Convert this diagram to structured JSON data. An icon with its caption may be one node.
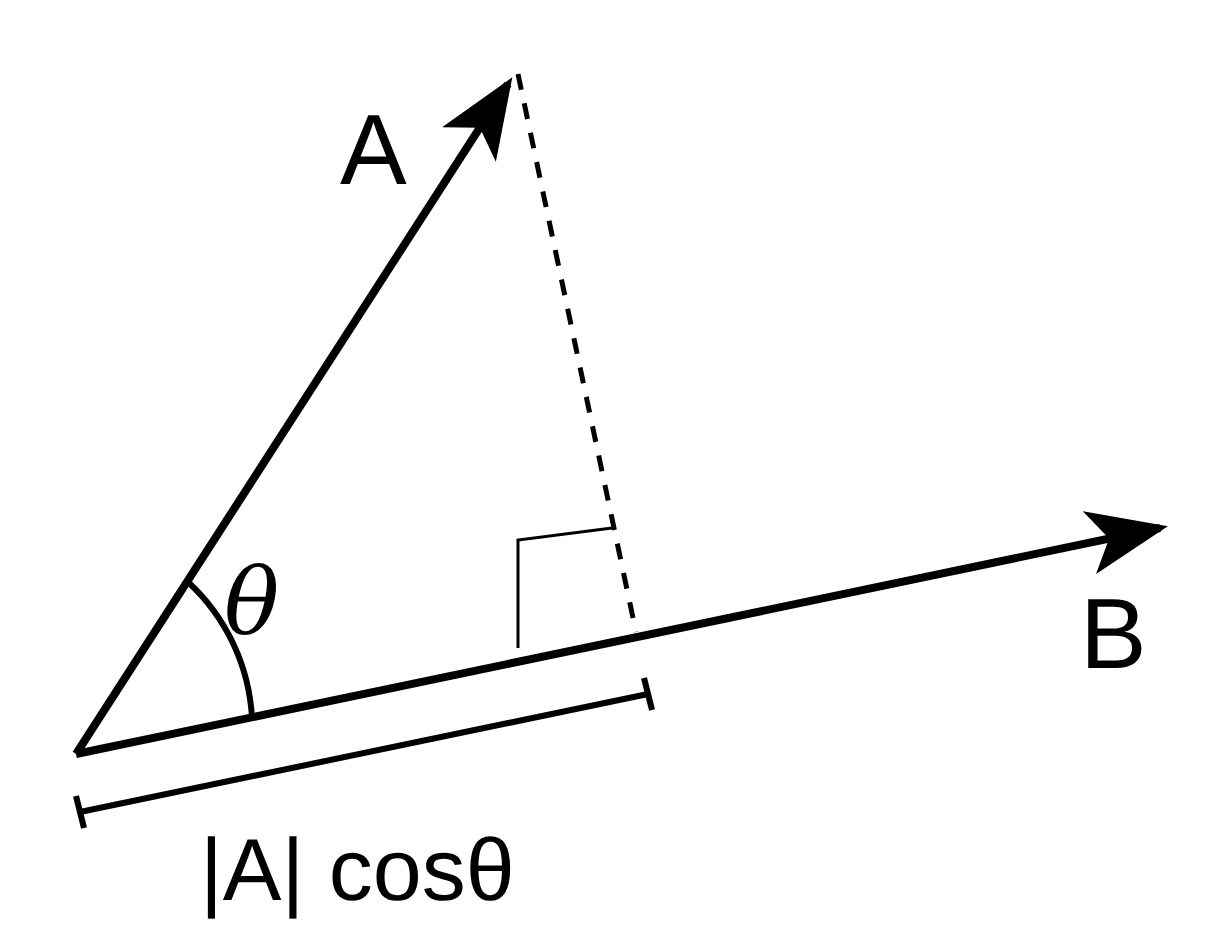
{
  "diagram": {
    "labels": [
      "A",
      "θ",
      "B",
      "|A| cosθ"
    ]
  }
}
